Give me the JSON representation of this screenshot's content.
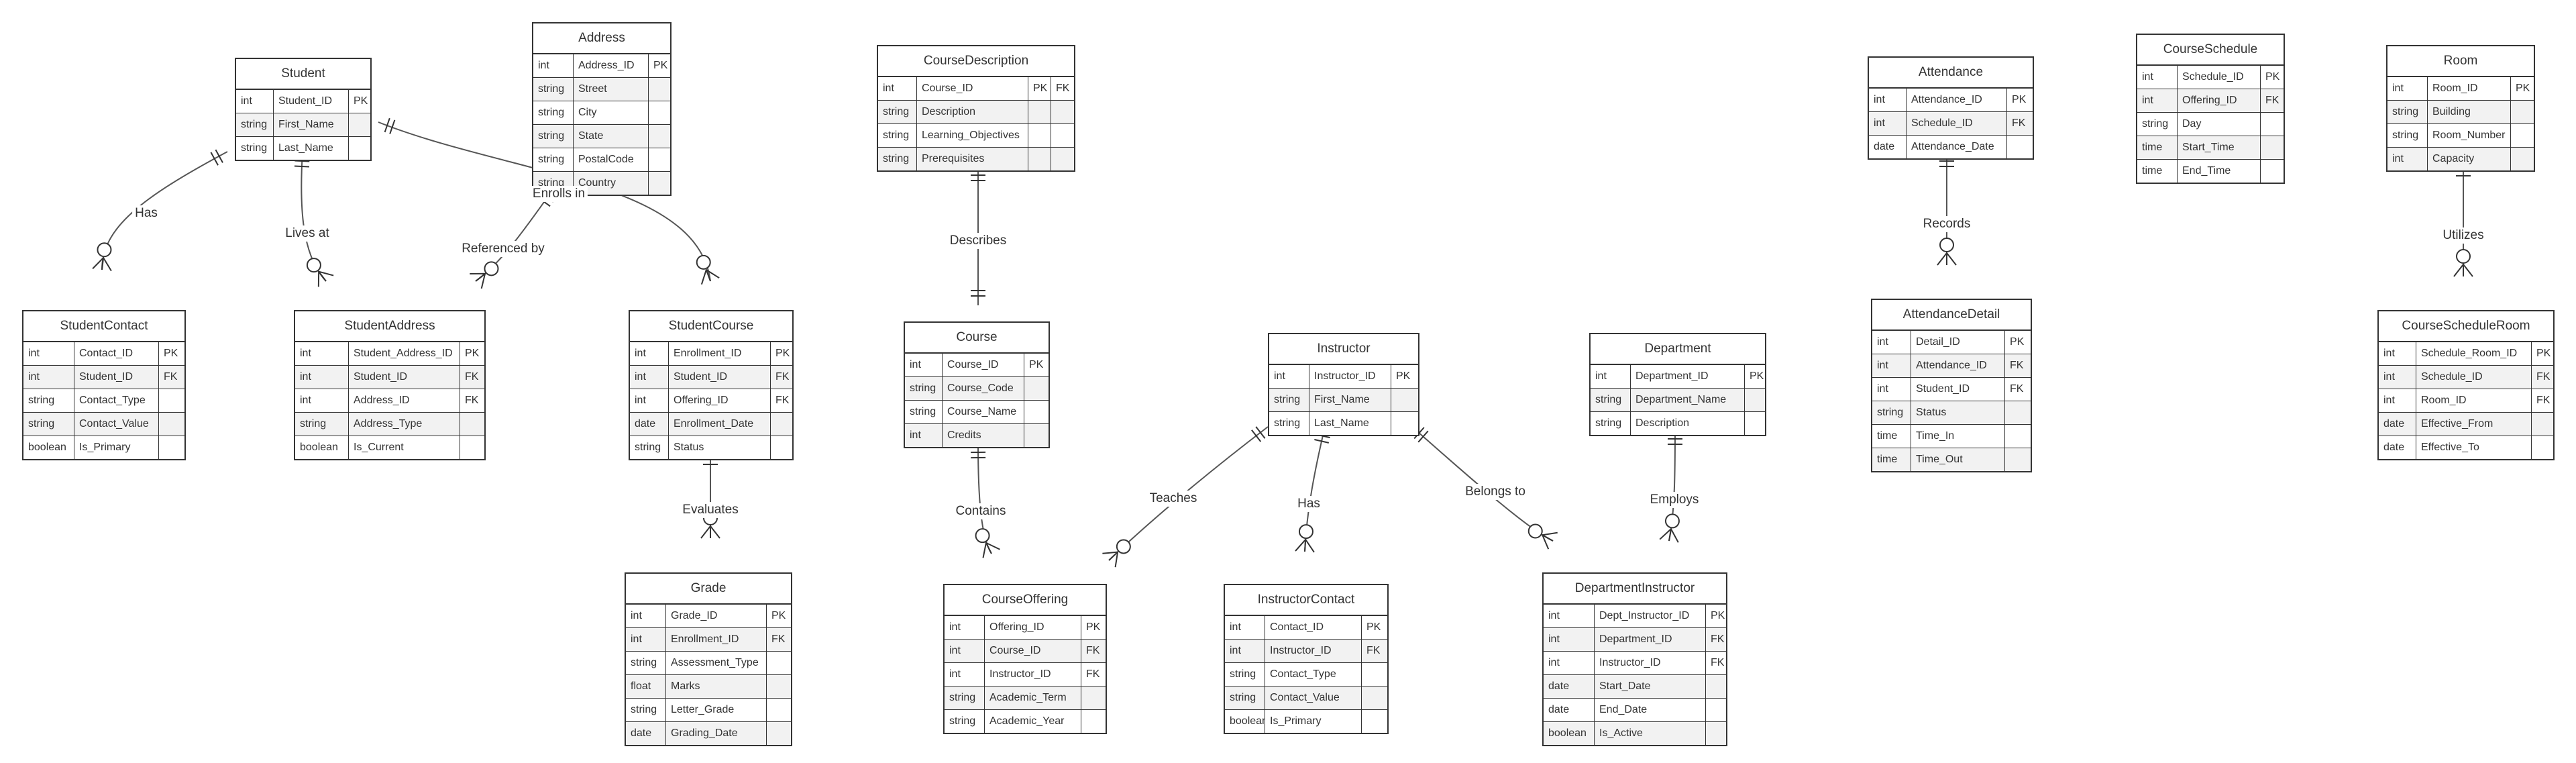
{
  "entities": [
    {
      "id": "Student",
      "title": "Student",
      "attributes": [
        {
          "type": "int",
          "name": "Student_ID",
          "key": "PK"
        },
        {
          "type": "string",
          "name": "First_Name",
          "key": ""
        },
        {
          "type": "string",
          "name": "Last_Name",
          "key": ""
        }
      ]
    },
    {
      "id": "Address",
      "title": "Address",
      "attributes": [
        {
          "type": "int",
          "name": "Address_ID",
          "key": "PK"
        },
        {
          "type": "string",
          "name": "Street",
          "key": ""
        },
        {
          "type": "string",
          "name": "City",
          "key": ""
        },
        {
          "type": "string",
          "name": "State",
          "key": ""
        },
        {
          "type": "string",
          "name": "PostalCode",
          "key": ""
        },
        {
          "type": "string",
          "name": "Country",
          "key": ""
        }
      ]
    },
    {
      "id": "StudentContact",
      "title": "StudentContact",
      "attributes": [
        {
          "type": "int",
          "name": "Contact_ID",
          "key": "PK"
        },
        {
          "type": "int",
          "name": "Student_ID",
          "key": "FK"
        },
        {
          "type": "string",
          "name": "Contact_Type",
          "key": ""
        },
        {
          "type": "string",
          "name": "Contact_Value",
          "key": ""
        },
        {
          "type": "boolean",
          "name": "Is_Primary",
          "key": ""
        }
      ]
    },
    {
      "id": "StudentAddress",
      "title": "StudentAddress",
      "attributes": [
        {
          "type": "int",
          "name": "Student_Address_ID",
          "key": "PK"
        },
        {
          "type": "int",
          "name": "Student_ID",
          "key": "FK"
        },
        {
          "type": "int",
          "name": "Address_ID",
          "key": "FK"
        },
        {
          "type": "string",
          "name": "Address_Type",
          "key": ""
        },
        {
          "type": "boolean",
          "name": "Is_Current",
          "key": ""
        }
      ]
    },
    {
      "id": "StudentCourse",
      "title": "StudentCourse",
      "attributes": [
        {
          "type": "int",
          "name": "Enrollment_ID",
          "key": "PK"
        },
        {
          "type": "int",
          "name": "Student_ID",
          "key": "FK"
        },
        {
          "type": "int",
          "name": "Offering_ID",
          "key": "FK"
        },
        {
          "type": "date",
          "name": "Enrollment_Date",
          "key": ""
        },
        {
          "type": "string",
          "name": "Status",
          "key": ""
        }
      ]
    },
    {
      "id": "Grade",
      "title": "Grade",
      "attributes": [
        {
          "type": "int",
          "name": "Grade_ID",
          "key": "PK"
        },
        {
          "type": "int",
          "name": "Enrollment_ID",
          "key": "FK"
        },
        {
          "type": "string",
          "name": "Assessment_Type",
          "key": ""
        },
        {
          "type": "float",
          "name": "Marks",
          "key": ""
        },
        {
          "type": "string",
          "name": "Letter_Grade",
          "key": ""
        },
        {
          "type": "date",
          "name": "Grading_Date",
          "key": ""
        }
      ]
    },
    {
      "id": "CourseDescription",
      "title": "CourseDescription",
      "attributes": [
        {
          "type": "int",
          "name": "Course_ID",
          "key": "PK",
          "key2": "FK"
        },
        {
          "type": "string",
          "name": "Description",
          "key": "",
          "key2": ""
        },
        {
          "type": "string",
          "name": "Learning_Objectives",
          "key": "",
          "key2": ""
        },
        {
          "type": "string",
          "name": "Prerequisites",
          "key": "",
          "key2": ""
        }
      ]
    },
    {
      "id": "Course",
      "title": "Course",
      "attributes": [
        {
          "type": "int",
          "name": "Course_ID",
          "key": "PK"
        },
        {
          "type": "string",
          "name": "Course_Code",
          "key": ""
        },
        {
          "type": "string",
          "name": "Course_Name",
          "key": ""
        },
        {
          "type": "int",
          "name": "Credits",
          "key": ""
        }
      ]
    },
    {
      "id": "CourseOffering",
      "title": "CourseOffering",
      "attributes": [
        {
          "type": "int",
          "name": "Offering_ID",
          "key": "PK"
        },
        {
          "type": "int",
          "name": "Course_ID",
          "key": "FK"
        },
        {
          "type": "int",
          "name": "Instructor_ID",
          "key": "FK"
        },
        {
          "type": "string",
          "name": "Academic_Term",
          "key": ""
        },
        {
          "type": "string",
          "name": "Academic_Year",
          "key": ""
        }
      ]
    },
    {
      "id": "Instructor",
      "title": "Instructor",
      "attributes": [
        {
          "type": "int",
          "name": "Instructor_ID",
          "key": "PK"
        },
        {
          "type": "string",
          "name": "First_Name",
          "key": ""
        },
        {
          "type": "string",
          "name": "Last_Name",
          "key": ""
        }
      ]
    },
    {
      "id": "InstructorContact",
      "title": "InstructorContact",
      "attributes": [
        {
          "type": "int",
          "name": "Contact_ID",
          "key": "PK"
        },
        {
          "type": "int",
          "name": "Instructor_ID",
          "key": "FK"
        },
        {
          "type": "string",
          "name": "Contact_Type",
          "key": ""
        },
        {
          "type": "string",
          "name": "Contact_Value",
          "key": ""
        },
        {
          "type": "boolean",
          "name": "Is_Primary",
          "key": ""
        }
      ]
    },
    {
      "id": "Department",
      "title": "Department",
      "attributes": [
        {
          "type": "int",
          "name": "Department_ID",
          "key": "PK"
        },
        {
          "type": "string",
          "name": "Department_Name",
          "key": ""
        },
        {
          "type": "string",
          "name": "Description",
          "key": ""
        }
      ]
    },
    {
      "id": "DepartmentInstructor",
      "title": "DepartmentInstructor",
      "attributes": [
        {
          "type": "int",
          "name": "Dept_Instructor_ID",
          "key": "PK"
        },
        {
          "type": "int",
          "name": "Department_ID",
          "key": "FK"
        },
        {
          "type": "int",
          "name": "Instructor_ID",
          "key": "FK"
        },
        {
          "type": "date",
          "name": "Start_Date",
          "key": ""
        },
        {
          "type": "date",
          "name": "End_Date",
          "key": ""
        },
        {
          "type": "boolean",
          "name": "Is_Active",
          "key": ""
        }
      ]
    },
    {
      "id": "Attendance",
      "title": "Attendance",
      "attributes": [
        {
          "type": "int",
          "name": "Attendance_ID",
          "key": "PK"
        },
        {
          "type": "int",
          "name": "Schedule_ID",
          "key": "FK"
        },
        {
          "type": "date",
          "name": "Attendance_Date",
          "key": ""
        }
      ]
    },
    {
      "id": "AttendanceDetail",
      "title": "AttendanceDetail",
      "attributes": [
        {
          "type": "int",
          "name": "Detail_ID",
          "key": "PK"
        },
        {
          "type": "int",
          "name": "Attendance_ID",
          "key": "FK"
        },
        {
          "type": "int",
          "name": "Student_ID",
          "key": "FK"
        },
        {
          "type": "string",
          "name": "Status",
          "key": ""
        },
        {
          "type": "time",
          "name": "Time_In",
          "key": ""
        },
        {
          "type": "time",
          "name": "Time_Out",
          "key": ""
        }
      ]
    },
    {
      "id": "CourseSchedule",
      "title": "CourseSchedule",
      "attributes": [
        {
          "type": "int",
          "name": "Schedule_ID",
          "key": "PK"
        },
        {
          "type": "int",
          "name": "Offering_ID",
          "key": "FK"
        },
        {
          "type": "string",
          "name": "Day",
          "key": ""
        },
        {
          "type": "time",
          "name": "Start_Time",
          "key": ""
        },
        {
          "type": "time",
          "name": "End_Time",
          "key": ""
        }
      ]
    },
    {
      "id": "Room",
      "title": "Room",
      "attributes": [
        {
          "type": "int",
          "name": "Room_ID",
          "key": "PK"
        },
        {
          "type": "string",
          "name": "Building",
          "key": ""
        },
        {
          "type": "string",
          "name": "Room_Number",
          "key": ""
        },
        {
          "type": "int",
          "name": "Capacity",
          "key": ""
        }
      ]
    },
    {
      "id": "CourseScheduleRoom",
      "title": "CourseScheduleRoom",
      "attributes": [
        {
          "type": "int",
          "name": "Schedule_Room_ID",
          "key": "PK"
        },
        {
          "type": "int",
          "name": "Schedule_ID",
          "key": "FK"
        },
        {
          "type": "int",
          "name": "Room_ID",
          "key": "FK"
        },
        {
          "type": "date",
          "name": "Effective_From",
          "key": ""
        },
        {
          "type": "date",
          "name": "Effective_To",
          "key": ""
        }
      ]
    }
  ],
  "relationships": [
    {
      "from": "Student",
      "to": "StudentContact",
      "label": "Has",
      "from_card": "one",
      "to_card": "zero-many"
    },
    {
      "from": "Student",
      "to": "StudentAddress",
      "label": "Lives at",
      "from_card": "one",
      "to_card": "zero-many"
    },
    {
      "from": "Address",
      "to": "StudentAddress",
      "label": "Referenced by",
      "from_card": "one",
      "to_card": "zero-many"
    },
    {
      "from": "Student",
      "to": "StudentCourse",
      "label": "Enrolls in",
      "from_card": "one",
      "to_card": "zero-many"
    },
    {
      "from": "StudentCourse",
      "to": "Grade",
      "label": "Evaluates",
      "from_card": "one",
      "to_card": "zero-many"
    },
    {
      "from": "CourseDescription",
      "to": "Course",
      "label": "Describes",
      "from_card": "one",
      "to_card": "one"
    },
    {
      "from": "Course",
      "to": "CourseOffering",
      "label": "Contains",
      "from_card": "one",
      "to_card": "zero-many"
    },
    {
      "from": "Instructor",
      "to": "CourseOffering",
      "label": "Teaches",
      "from_card": "one",
      "to_card": "zero-many"
    },
    {
      "from": "Instructor",
      "to": "InstructorContact",
      "label": "Has",
      "from_card": "one",
      "to_card": "zero-many"
    },
    {
      "from": "Instructor",
      "to": "DepartmentInstructor",
      "label": "Belongs to",
      "from_card": "one",
      "to_card": "zero-many"
    },
    {
      "from": "Department",
      "to": "DepartmentInstructor",
      "label": "Employs",
      "from_card": "one",
      "to_card": "zero-many"
    },
    {
      "from": "Attendance",
      "to": "AttendanceDetail",
      "label": "Records",
      "from_card": "one",
      "to_card": "zero-many"
    },
    {
      "from": "Room",
      "to": "CourseScheduleRoom",
      "label": "Utilizes",
      "from_card": "one",
      "to_card": "zero-many"
    }
  ]
}
